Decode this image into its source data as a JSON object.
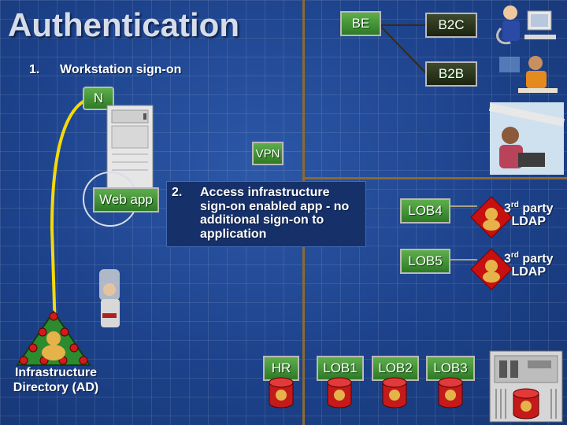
{
  "title": "Authentication",
  "points": [
    {
      "num": "1.",
      "text": "Workstation sign-on"
    },
    {
      "num": "2.",
      "text": "Access infrastructure sign-on enabled app - no additional sign-on to application"
    }
  ],
  "labels": {
    "be": "BE",
    "b2c": "B2C",
    "b2b": "B2B",
    "n": "N",
    "vpn": "VPN",
    "web_app": "Web app",
    "lob4": "LOB4",
    "lob5": "LOB5",
    "third_party_ldap": "3rd party LDAP",
    "third_party_sup": "rd",
    "third_party_main": "3",
    "third_party_rest": "party",
    "ldap": "LDAP",
    "ad_line1": "Infrastructure",
    "ad_line2": "Directory (AD)",
    "hr": "HR",
    "lob1": "LOB1",
    "lob2": "LOB2",
    "lob3": "LOB3"
  },
  "colors": {
    "background": "#1d428b",
    "divider": "#8a6a33",
    "box_green": "#3f8f34",
    "box_dark": "#2a3418",
    "sign_on_path": "#f5d90a"
  },
  "icons": [
    "server-icon",
    "web-app-icon",
    "user-at-computer-icon",
    "user-on-phone-icon",
    "user-with-laptop-icon",
    "directory-triangle-icon",
    "database-icon",
    "mainframe-icon",
    "ldap-diamond-icon"
  ]
}
